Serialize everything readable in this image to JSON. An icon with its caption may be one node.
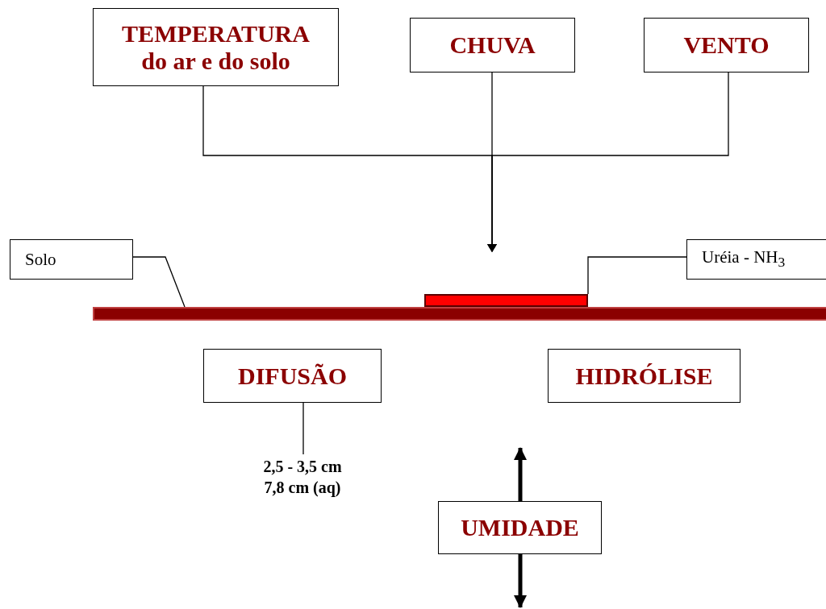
{
  "diagram": {
    "nodes": [
      {
        "text": [
          "TEMPERATURA",
          "do ar e do solo"
        ]
      },
      {
        "text": [
          "CHUVA"
        ]
      },
      {
        "text": [
          "VENTO"
        ]
      },
      {
        "text": [
          "Solo"
        ]
      },
      {
        "text": [
          "Uréia - NH$_{3}$"
        ]
      },
      {
        "text": [],
        "shape": "bar"
      },
      {
        "text": [],
        "shape": "bar"
      },
      {
        "text": [
          "DIFUSÃO"
        ]
      },
      {
        "text": [
          "2,5 - 3,5 cm 7,8 cm (aq)"
        ]
      },
      {
        "text": [
          "HIDRÓLISE"
        ]
      },
      {
        "text": [
          "UMIDADE"
        ]
      }
    ],
    "edges": [
      {
        "from": 0,
        "to": null,
        "arrow": "to"
      },
      {
        "from": 1,
        "to": null,
        "arrow": "to"
      },
      {
        "from": 2,
        "to": null,
        "arrow": "to"
      },
      {
        "from": 3,
        "to": 5,
        "arrow": "none"
      },
      {
        "from": 4,
        "to": 6,
        "arrow": "none"
      },
      {
        "from": 7,
        "to": 8,
        "arrow": "none"
      },
      {
        "from": 10,
        "to": null,
        "arrow": "to",
        "style": "thick"
      },
      {
        "from": 10,
        "to": null,
        "arrow": "to",
        "style": "thick"
      }
    ]
  }
}
